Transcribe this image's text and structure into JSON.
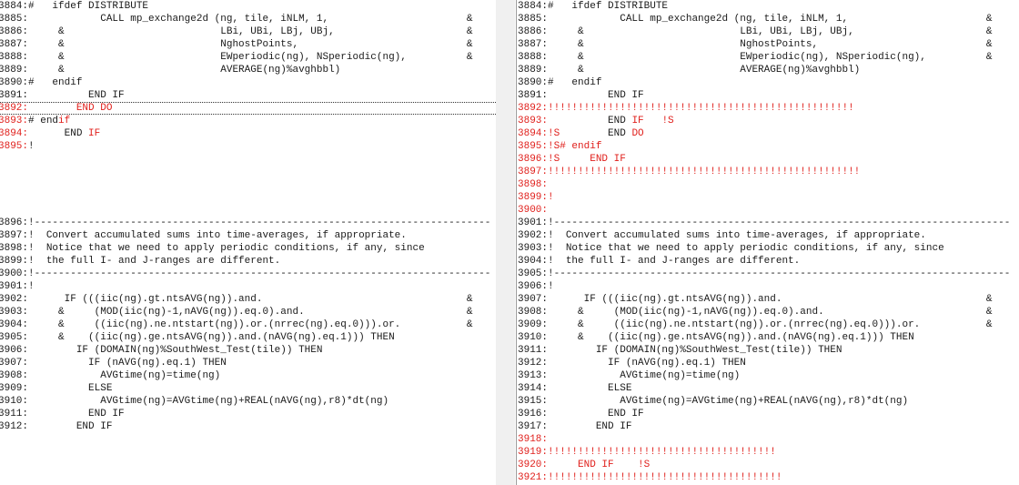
{
  "left": {
    "lines": [
      {
        "num": "3884:",
        "segs": [
          [
            "#   ifdef DISTRIBUTE",
            "k"
          ]
        ]
      },
      {
        "num": "3885:",
        "segs": [
          [
            "            CALL mp_exchange2d (ng, tile, iNLM, 1,",
            "k"
          ]
        ],
        "amp": "&"
      },
      {
        "num": "3886:",
        "segs": [
          [
            "     &                          LBi, UBi, LBj, UBj,",
            "k"
          ]
        ],
        "amp": "&"
      },
      {
        "num": "3887:",
        "segs": [
          [
            "     &                          NghostPoints,",
            "k"
          ]
        ],
        "amp": "&"
      },
      {
        "num": "3888:",
        "segs": [
          [
            "     &                          EWperiodic(ng), NSperiodic(ng),",
            "k"
          ]
        ],
        "amp": "&"
      },
      {
        "num": "3889:",
        "segs": [
          [
            "     &                          AVERAGE(ng)%avghbbl)",
            "k"
          ]
        ]
      },
      {
        "num": "3890:",
        "segs": [
          [
            "#   endif",
            "k"
          ]
        ]
      },
      {
        "num": "3891:",
        "segs": [
          [
            "          END IF",
            "k"
          ]
        ]
      },
      {
        "num": "3892:",
        "red": true,
        "sep": true,
        "segs": [
          [
            "        END DO",
            "r"
          ]
        ]
      },
      {
        "num": "3893:",
        "red": true,
        "segs": [
          [
            "# end",
            "k"
          ],
          [
            "if",
            "r"
          ]
        ]
      },
      {
        "num": "3894:",
        "red": true,
        "segs": [
          [
            "      END ",
            "k"
          ],
          [
            "IF",
            "r"
          ]
        ]
      },
      {
        "num": "3895:",
        "red": true,
        "segs": [
          [
            "!",
            "k"
          ]
        ]
      },
      null,
      null,
      null,
      null,
      null,
      {
        "num": "3896:",
        "segs": [
          [
            "!----------------------------------------------------------------------------",
            "k"
          ]
        ]
      },
      {
        "num": "3897:",
        "segs": [
          [
            "!  Convert accumulated sums into time-averages, if appropriate.",
            "k"
          ]
        ]
      },
      {
        "num": "3898:",
        "segs": [
          [
            "!  Notice that we need to apply periodic conditions, if any, since",
            "k"
          ]
        ]
      },
      {
        "num": "3899:",
        "segs": [
          [
            "!  the full I- and J-ranges are different.",
            "k"
          ]
        ]
      },
      {
        "num": "3900:",
        "segs": [
          [
            "!----------------------------------------------------------------------------",
            "k"
          ]
        ]
      },
      {
        "num": "3901:",
        "segs": [
          [
            "!",
            "k"
          ]
        ]
      },
      {
        "num": "3902:",
        "segs": [
          [
            "      IF (((iic(ng).gt.ntsAVG(ng)).and.",
            "k"
          ]
        ],
        "amp": "&"
      },
      {
        "num": "3903:",
        "segs": [
          [
            "     &     (MOD(iic(ng)-1,nAVG(ng)).eq.0).and.",
            "k"
          ]
        ],
        "amp": "&"
      },
      {
        "num": "3904:",
        "segs": [
          [
            "     &     ((iic(ng).ne.ntstart(ng)).or.(nrrec(ng).eq.0))).or.",
            "k"
          ]
        ],
        "amp": "&"
      },
      {
        "num": "3905:",
        "segs": [
          [
            "     &    ((iic(ng).ge.ntsAVG(ng)).and.(nAVG(ng).eq.1))) THEN",
            "k"
          ]
        ]
      },
      {
        "num": "3906:",
        "segs": [
          [
            "        IF (DOMAIN(ng)%SouthWest_Test(tile)) THEN",
            "k"
          ]
        ]
      },
      {
        "num": "3907:",
        "segs": [
          [
            "          IF (nAVG(ng).eq.1) THEN",
            "k"
          ]
        ]
      },
      {
        "num": "3908:",
        "segs": [
          [
            "            AVGtime(ng)=time(ng)",
            "k"
          ]
        ]
      },
      {
        "num": "3909:",
        "segs": [
          [
            "          ELSE",
            "k"
          ]
        ]
      },
      {
        "num": "3910:",
        "segs": [
          [
            "            AVGtime(ng)=AVGtime(ng)+REAL(nAVG(ng),r8)*dt(ng)",
            "k"
          ]
        ]
      },
      {
        "num": "3911:",
        "segs": [
          [
            "          END IF",
            "k"
          ]
        ]
      },
      {
        "num": "3912:",
        "segs": [
          [
            "        END IF",
            "k"
          ]
        ]
      }
    ]
  },
  "right": {
    "lines": [
      {
        "num": "3884:",
        "segs": [
          [
            "#   ifdef DISTRIBUTE",
            "k"
          ]
        ]
      },
      {
        "num": "3885:",
        "segs": [
          [
            "            CALL mp_exchange2d (ng, tile, iNLM, 1,",
            "k"
          ]
        ],
        "amp": "&"
      },
      {
        "num": "3886:",
        "segs": [
          [
            "     &                          LBi, UBi, LBj, UBj,",
            "k"
          ]
        ],
        "amp": "&"
      },
      {
        "num": "3887:",
        "segs": [
          [
            "     &                          NghostPoints,",
            "k"
          ]
        ],
        "amp": "&"
      },
      {
        "num": "3888:",
        "segs": [
          [
            "     &                          EWperiodic(ng), NSperiodic(ng),",
            "k"
          ]
        ],
        "amp": "&"
      },
      {
        "num": "3889:",
        "segs": [
          [
            "     &                          AVERAGE(ng)%avghbbl)",
            "k"
          ]
        ]
      },
      {
        "num": "3890:",
        "segs": [
          [
            "#   endif",
            "k"
          ]
        ]
      },
      {
        "num": "3891:",
        "segs": [
          [
            "          END IF",
            "k"
          ]
        ]
      },
      {
        "num": "3892:",
        "red": true,
        "segs": [
          [
            "!!!!!!!!!!!!!!!!!!!!!!!!!!!!!!!!!!!!!!!!!!!!!!!!!!!",
            "r"
          ]
        ]
      },
      {
        "num": "3893:",
        "red": true,
        "segs": [
          [
            "          END ",
            "k"
          ],
          [
            "IF   !S",
            "r"
          ]
        ]
      },
      {
        "num": "3894:",
        "red": true,
        "segs": [
          [
            "!S",
            "r"
          ],
          [
            "        END ",
            "k"
          ],
          [
            "DO",
            "r"
          ]
        ]
      },
      {
        "num": "3895:",
        "red": true,
        "segs": [
          [
            "!S# endif",
            "r"
          ]
        ]
      },
      {
        "num": "3896:",
        "red": true,
        "segs": [
          [
            "!S     END IF",
            "r"
          ]
        ]
      },
      {
        "num": "3897:",
        "red": true,
        "segs": [
          [
            "!!!!!!!!!!!!!!!!!!!!!!!!!!!!!!!!!!!!!!!!!!!!!!!!!!!!",
            "r"
          ]
        ]
      },
      {
        "num": "3898:",
        "red": true,
        "segs": []
      },
      {
        "num": "3899:",
        "red": true,
        "segs": [
          [
            "!",
            "r"
          ]
        ]
      },
      {
        "num": "3900:",
        "red": true,
        "segs": []
      },
      {
        "num": "3901:",
        "segs": [
          [
            "!----------------------------------------------------------------------------",
            "k"
          ]
        ]
      },
      {
        "num": "3902:",
        "segs": [
          [
            "!  Convert accumulated sums into time-averages, if appropriate.",
            "k"
          ]
        ]
      },
      {
        "num": "3903:",
        "segs": [
          [
            "!  Notice that we need to apply periodic conditions, if any, since",
            "k"
          ]
        ]
      },
      {
        "num": "3904:",
        "segs": [
          [
            "!  the full I- and J-ranges are different.",
            "k"
          ]
        ]
      },
      {
        "num": "3905:",
        "segs": [
          [
            "!----------------------------------------------------------------------------",
            "k"
          ]
        ]
      },
      {
        "num": "3906:",
        "segs": [
          [
            "!",
            "k"
          ]
        ]
      },
      {
        "num": "3907:",
        "segs": [
          [
            "      IF (((iic(ng).gt.ntsAVG(ng)).and.",
            "k"
          ]
        ],
        "amp": "&"
      },
      {
        "num": "3908:",
        "segs": [
          [
            "     &     (MOD(iic(ng)-1,nAVG(ng)).eq.0).and.",
            "k"
          ]
        ],
        "amp": "&"
      },
      {
        "num": "3909:",
        "segs": [
          [
            "     &     ((iic(ng).ne.ntstart(ng)).or.(nrrec(ng).eq.0))).or.",
            "k"
          ]
        ],
        "amp": "&"
      },
      {
        "num": "3910:",
        "segs": [
          [
            "     &    ((iic(ng).ge.ntsAVG(ng)).and.(nAVG(ng).eq.1))) THEN",
            "k"
          ]
        ]
      },
      {
        "num": "3911:",
        "segs": [
          [
            "        IF (DOMAIN(ng)%SouthWest_Test(tile)) THEN",
            "k"
          ]
        ]
      },
      {
        "num": "3912:",
        "segs": [
          [
            "          IF (nAVG(ng).eq.1) THEN",
            "k"
          ]
        ]
      },
      {
        "num": "3913:",
        "segs": [
          [
            "            AVGtime(ng)=time(ng)",
            "k"
          ]
        ]
      },
      {
        "num": "3914:",
        "segs": [
          [
            "          ELSE",
            "k"
          ]
        ]
      },
      {
        "num": "3915:",
        "segs": [
          [
            "            AVGtime(ng)=AVGtime(ng)+REAL(nAVG(ng),r8)*dt(ng)",
            "k"
          ]
        ]
      },
      {
        "num": "3916:",
        "segs": [
          [
            "          END IF",
            "k"
          ]
        ]
      },
      {
        "num": "3917:",
        "segs": [
          [
            "        END IF",
            "k"
          ]
        ]
      },
      {
        "num": "3918:",
        "red": true,
        "segs": []
      },
      {
        "num": "3919:",
        "red": true,
        "segs": [
          [
            "!!!!!!!!!!!!!!!!!!!!!!!!!!!!!!!!!!!!!!",
            "r"
          ]
        ]
      },
      {
        "num": "3920:",
        "red": true,
        "segs": [
          [
            "     END IF    !S",
            "r"
          ]
        ]
      },
      {
        "num": "3921:",
        "red": true,
        "segs": [
          [
            "!!!!!!!!!!!!!!!!!!!!!!!!!!!!!!!!!!!!!!!",
            "r"
          ]
        ]
      }
    ]
  },
  "colors": {
    "changed": "#e0201c",
    "text": "#1a1a1a"
  }
}
